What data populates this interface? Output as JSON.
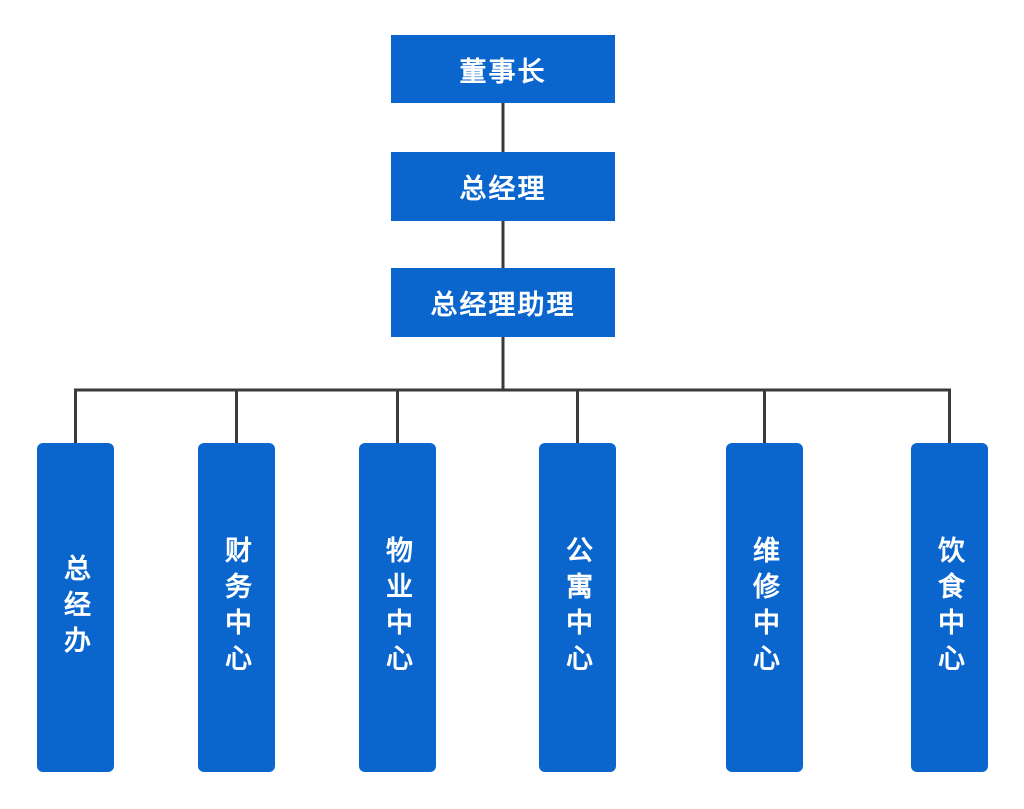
{
  "org_chart": {
    "top_nodes": [
      {
        "id": "chairman",
        "label": "董事长"
      },
      {
        "id": "general-manager",
        "label": "总经理"
      },
      {
        "id": "general-manager-assistant",
        "label": "总经理助理"
      }
    ],
    "child_nodes": [
      {
        "id": "gm-office",
        "label": "总经办"
      },
      {
        "id": "finance-center",
        "label": "财务中心"
      },
      {
        "id": "property-center",
        "label": "物业中心"
      },
      {
        "id": "apartment-center",
        "label": "公寓中心"
      },
      {
        "id": "maintenance-center",
        "label": "维修中心"
      },
      {
        "id": "food-center",
        "label": "饮食中心"
      }
    ],
    "colors": {
      "node_fill": "#0A66CD",
      "node_text": "#FFFFFF",
      "connector": "#3A3A3A",
      "background": "#FFFFFF"
    }
  }
}
